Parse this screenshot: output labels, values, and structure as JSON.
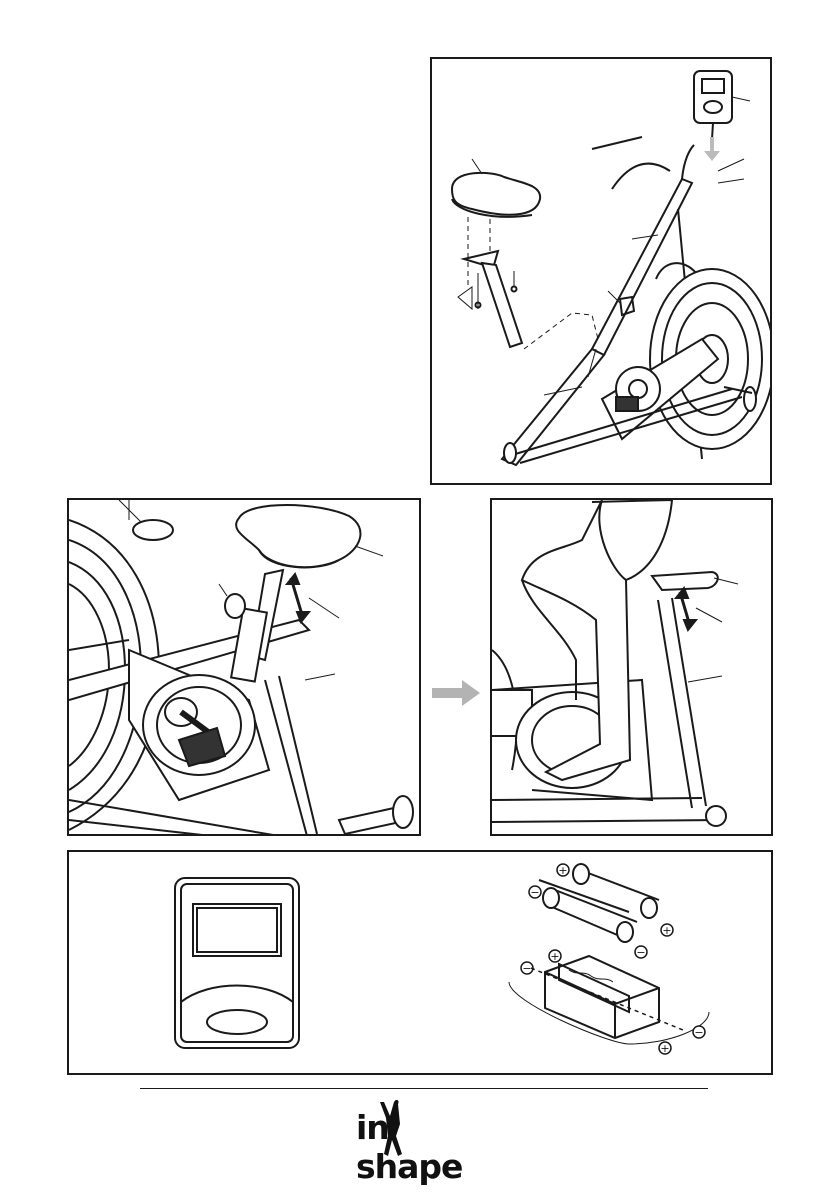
{
  "figures": [
    {
      "id": "seat-assembly",
      "caption": ""
    },
    {
      "id": "seat-adjustment-before",
      "caption": ""
    },
    {
      "id": "seat-adjustment-after",
      "caption": ""
    },
    {
      "id": "battery-installation",
      "caption": ""
    }
  ],
  "battery_polarity": {
    "plus": "+",
    "minus": "−"
  },
  "footer": {
    "brand": "inshape",
    "brand_prefix": "in",
    "brand_suffix": "shape"
  },
  "colors": {
    "line": "#1a1a1a",
    "arrow": "#b3b3b3"
  }
}
